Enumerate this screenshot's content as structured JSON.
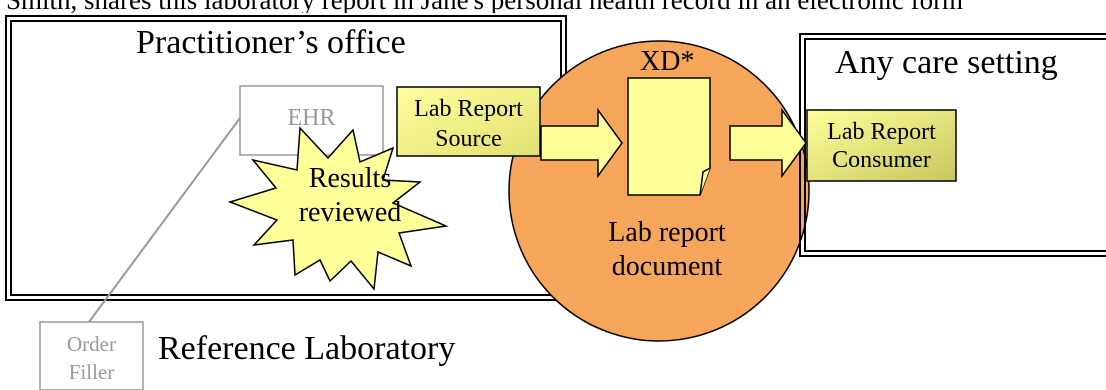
{
  "top_caption": "Smith, shares this laboratory report in Jane's personal health record in an electronic form",
  "practitioner_office": {
    "title": "Practitioner’s office"
  },
  "ehr": {
    "label": "EHR"
  },
  "source": {
    "line1": "Lab Report",
    "line2": "Source"
  },
  "starburst": {
    "line1": "Results",
    "line2": "reviewed"
  },
  "xd": {
    "label": "XD*",
    "doc_line1": "Lab report",
    "doc_line2": "document"
  },
  "care": {
    "title": "Any care setting"
  },
  "consumer": {
    "line1": "Lab Report",
    "line2": "Consumer"
  },
  "order_filler": {
    "line1": "Order",
    "line2": "Filler"
  },
  "reference_lab": {
    "label": "Reference Laboratory"
  },
  "colors": {
    "xd_circle": "#f6a65b",
    "actor_fill": "#ffff99",
    "actor_fill_dark": "#d9d96a",
    "arrow_fill": "#ffff99",
    "starburst_fill": "#ffff99",
    "document_fill": "#ffff99",
    "grey": "#999999"
  }
}
